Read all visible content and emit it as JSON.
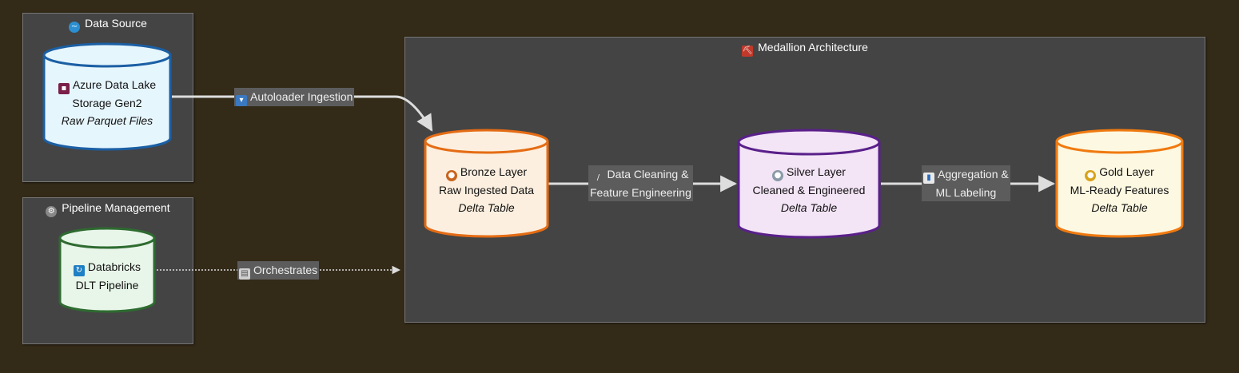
{
  "clusters": {
    "data_source": {
      "title": "Data Source",
      "icon": "wave-icon"
    },
    "pipeline_mgmt": {
      "title": "Pipeline Management",
      "icon": "gear-icon"
    },
    "medallion": {
      "title": "Medallion Architecture",
      "icon": "construction-icon"
    }
  },
  "nodes": {
    "adls": {
      "line1": "Azure Data Lake",
      "line2": "Storage Gen2",
      "line3": "Raw Parquet Files",
      "icon": "floppy-disk-icon",
      "fill": "#e6f6fd",
      "stroke": "#1b5fa4"
    },
    "dlt": {
      "line1": "Databricks",
      "line2": "DLT Pipeline",
      "icon": "refresh-icon",
      "fill": "#e8f5e9",
      "stroke": "#2e6b30"
    },
    "bronze": {
      "line1": "Bronze Layer",
      "line2": "Raw Ingested Data",
      "line3": "Delta Table",
      "icon": "bronze-medal-icon",
      "fill": "#fcefdf",
      "stroke": "#e56c14"
    },
    "silver": {
      "line1": "Silver Layer",
      "line2": "Cleaned & Engineered",
      "line3": "Delta Table",
      "icon": "silver-medal-icon",
      "fill": "#f3e4f6",
      "stroke": "#5a208a"
    },
    "gold": {
      "line1": "Gold Layer",
      "line2": "ML-Ready Features",
      "line3": "Delta Table",
      "icon": "gold-medal-icon",
      "fill": "#fdf8e1",
      "stroke": "#f07a10"
    }
  },
  "edges": {
    "ingest": {
      "label": "Autoloader Ingestion",
      "icon": "inbox-tray-icon"
    },
    "clean": {
      "line1": "Data Cleaning &",
      "line2": "Feature Engineering",
      "icon": "broom-icon"
    },
    "aggregate": {
      "line1": "Aggregation &",
      "line2": "ML Labeling",
      "icon": "bar-chart-icon"
    },
    "orchestrate": {
      "label": "Orchestrates",
      "icon": "clipboard-icon"
    }
  }
}
